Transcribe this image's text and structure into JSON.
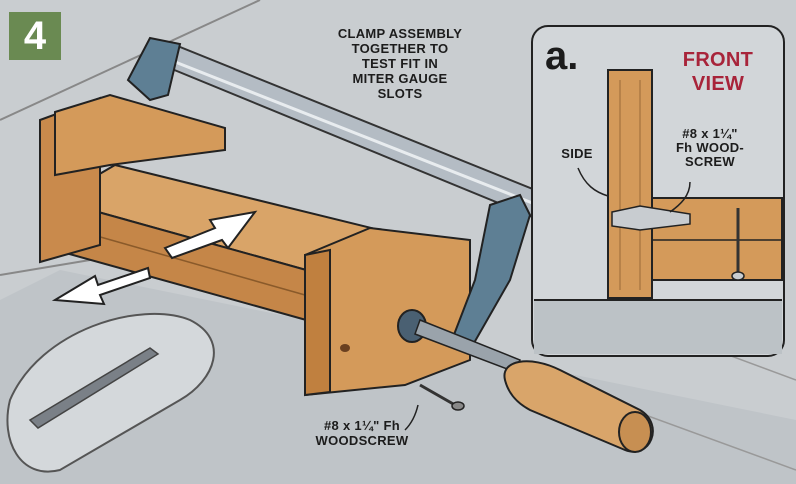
{
  "step_number": "4",
  "caption": {
    "lines": [
      "CLAMP ASSEMBLY",
      "TOGETHER TO",
      "TEST FIT IN",
      "MITER GAUGE",
      "SLOTS"
    ]
  },
  "inset": {
    "letter": "a.",
    "title_lines": [
      "FRONT",
      "VIEW"
    ],
    "side_label": "SIDE",
    "screw_label_lines": [
      "#8 x 1¼\"",
      "Fh WOOD-",
      "SCREW"
    ]
  },
  "bottom_screw_label_lines": [
    "#8 x 1¼\" Fh",
    "WOODSCREW"
  ],
  "colors": {
    "wood": "#d49a5a",
    "wood_dark": "#b87a3e",
    "clamp": "#5e7f94",
    "bar": "#b4bcc4",
    "table": "#c9cdd0",
    "badge": "#6a8a52",
    "title_red": "#a8243a",
    "handle": "#d9a56a"
  }
}
